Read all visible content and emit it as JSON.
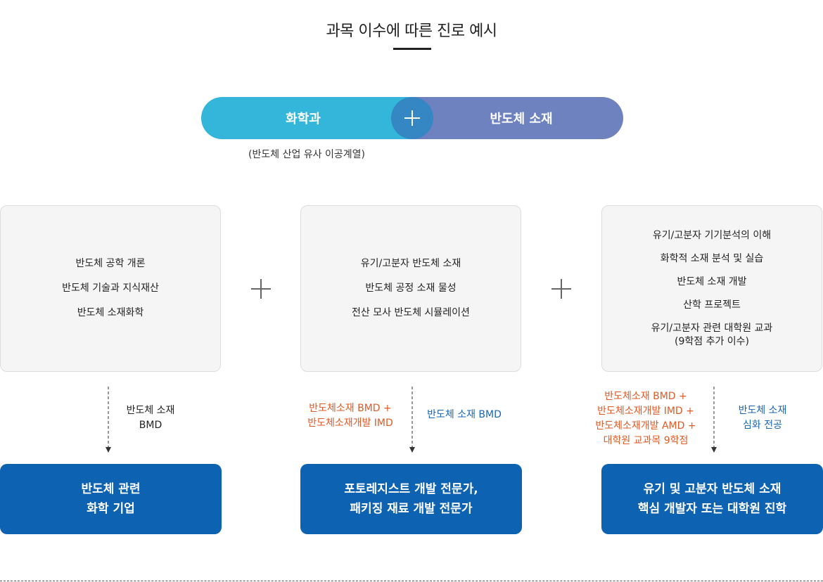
{
  "title": "과목 이수에 따른 진로 예시",
  "combination": {
    "left_label": "화학과",
    "right_label": "반도체 소재",
    "note": "(반도체 산업 유사 이공계열)"
  },
  "columns": [
    {
      "courses": [
        "반도체 공학 개론",
        "반도체 기술과 지식재산",
        "반도체 소재화학"
      ],
      "left_labels": [],
      "right_labels": [
        "반도체 소재",
        "BMD"
      ],
      "result": [
        "반도체 관련",
        "화학 기업"
      ]
    },
    {
      "courses": [
        "유기/고분자 반도체 소재",
        "반도체 공정 소재 물성",
        "전산 모사 반도체 시뮬레이션"
      ],
      "left_labels": [
        "반도체소재 BMD +",
        "반도체소재개발 IMD"
      ],
      "right_labels": [
        "반도체 소재 BMD"
      ],
      "result": [
        "포토레지스트 개발 전문가,",
        "패키징 재료 개발 전문가"
      ]
    },
    {
      "courses": [
        "유기/고분자 기기분석의 이해",
        "화학적 소재 분석 및 실습",
        "반도체 소재 개발",
        "산학 프로젝트",
        "유기/고분자 관련 대학원 교과",
        "(9학점 추가 이수)"
      ],
      "left_labels": [
        "반도체소재 BMD +",
        "반도체소재개발 IMD +",
        "반도체소재개발 AMD +",
        "대학원 교과목 9학점"
      ],
      "right_labels": [
        "반도체 소재",
        "심화 전공"
      ],
      "result": [
        "유기 및 고분자 반도체 소재",
        "핵심 개발자 또는 대학원 진학"
      ]
    }
  ],
  "colors": {
    "pill_left": "#33b6da",
    "pill_right": "#6d82bf",
    "pill_plus": "#3587c4",
    "result_bg": "#0d62b1",
    "label_orange": "#e05a26",
    "label_blue": "#1766b5"
  },
  "icons": {
    "combine": "plus-icon",
    "flow": "arrow-down-icon"
  }
}
